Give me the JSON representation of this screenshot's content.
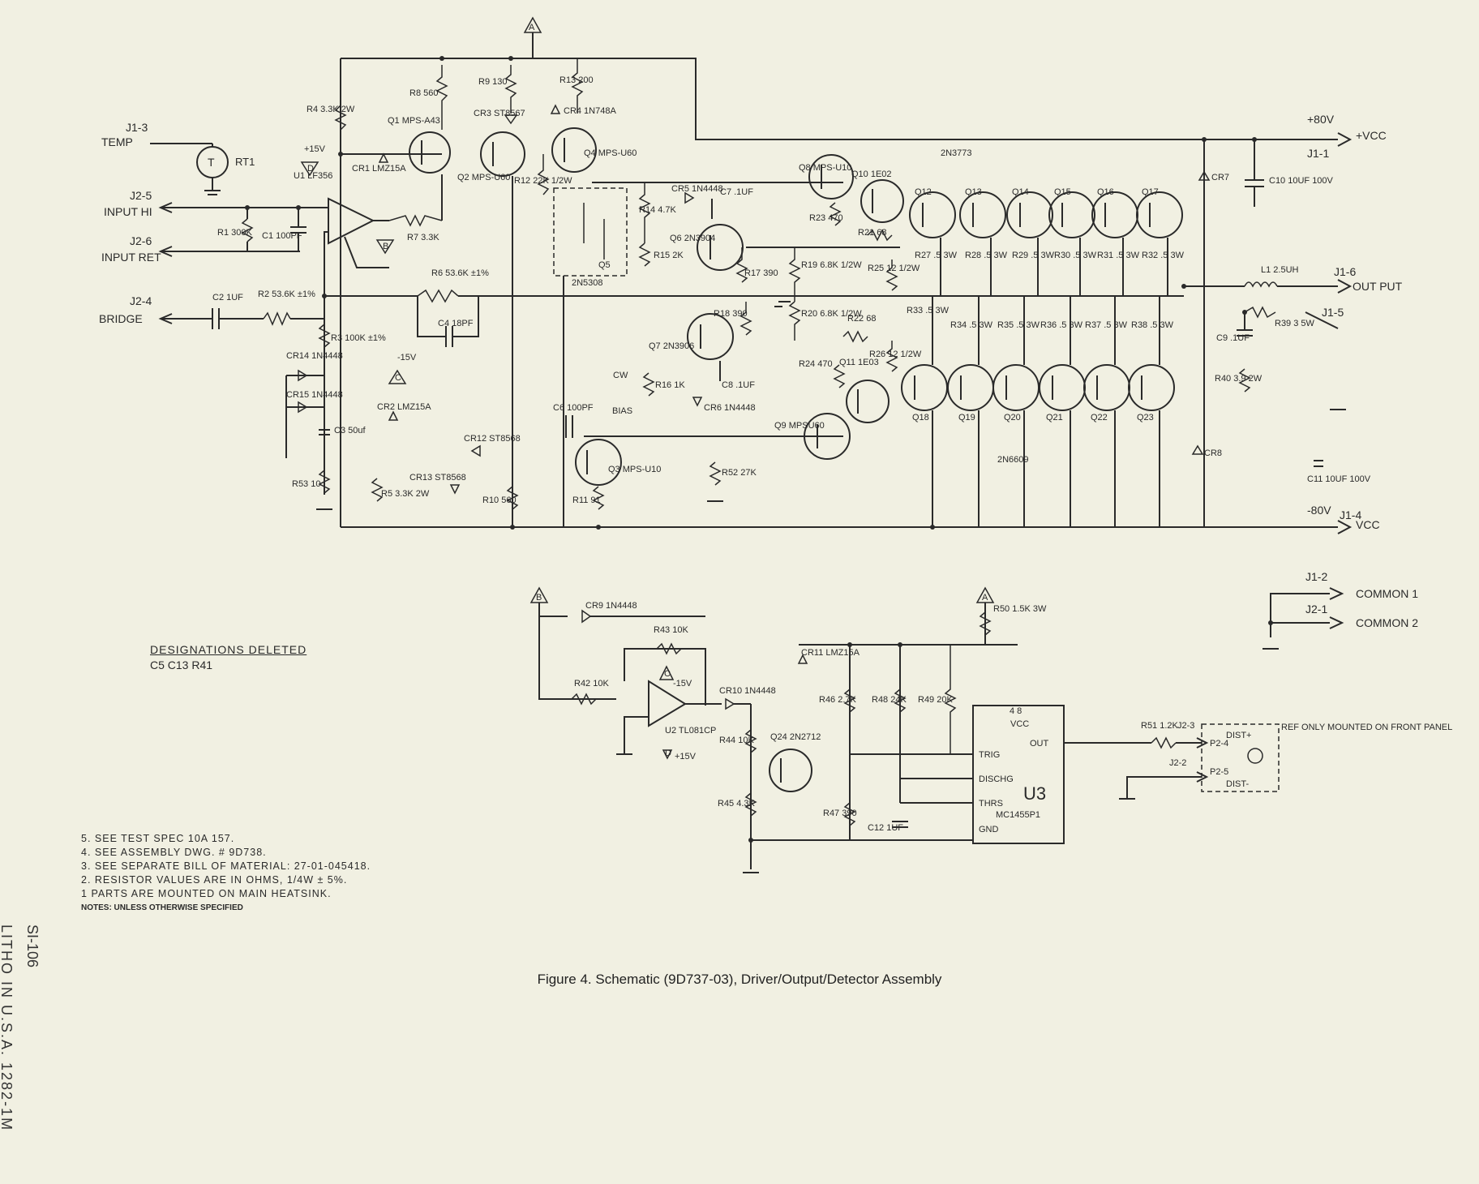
{
  "caption": "Figure 4. Schematic (9D737-03), Driver/Output/Detector Assembly",
  "side_text": "LITHO IN U.S.A. 1282-1M",
  "side_code": "SI-106",
  "designations": {
    "heading": "DESIGNATIONS DELETED",
    "list": "C5 C13 R41"
  },
  "notes": {
    "n5": "5. SEE TEST SPEC 10A 157.",
    "n4": "4. SEE ASSEMBLY DWG. # 9D738.",
    "n3": "3. SEE SEPARATE BILL OF MATERIAL: 27-01-045418.",
    "n2": "2. RESISTOR VALUES ARE IN OHMS, 1/4W ± 5%.",
    "n1": "PARTS ARE MOUNTED ON MAIN HEATSINK.",
    "n1_marker": "1",
    "header": "NOTES: UNLESS OTHERWISE SPECIFIED"
  },
  "connectors": {
    "temp_pin": "J1-3",
    "temp_label": "TEMP",
    "input_hi_pin": "J2-5",
    "input_hi_label": "INPUT HI",
    "input_ret_pin": "J2-6",
    "input_ret_label": "INPUT RET",
    "bridge_pin": "J2-4",
    "bridge_label": "BRIDGE",
    "vcc_pos_pin": "J1-1",
    "vcc_pos_label": "+VCC",
    "vcc_pos_volts": "+80V",
    "vcc_neg_pin": "J1-4",
    "vcc_neg_label": "VCC",
    "vcc_neg_volts": "-80V",
    "out_pin": "J1-6",
    "out_label": "OUT PUT",
    "out2_pin": "J1-5",
    "common1_pin": "J1-2",
    "common1_label": "COMMON 1",
    "common2_pin": "J2-1",
    "common2_label": "COMMON 2",
    "dist_pin1": "J2-3",
    "dist_pin2": "J2-2",
    "p24": "P2-4",
    "p25": "P2-5",
    "dist_plus": "DIST+",
    "dist_minus": "DIST-",
    "ref_note": "REF ONLY MOUNTED ON FRONT PANEL"
  },
  "nodes": {
    "a": "A",
    "b": "B",
    "c": "C",
    "d": "D"
  },
  "supplies": {
    "p15": "+15V",
    "n15": "-15V",
    "p15b": "+15V",
    "n15b": "-15V"
  },
  "components": {
    "rt1": "RT1",
    "rt1_t": "T",
    "u1": "U1 LF356",
    "u2": "U2 TL081CP",
    "u3": "U3",
    "u3_part": "MC1455P1",
    "u3_vcc": "VCC",
    "u3_out": "OUT",
    "u3_trig": "TRIG",
    "u3_dischg": "DISCHG",
    "u3_thrs": "THRS",
    "u3_gnd": "GND",
    "r1": "R1 300K",
    "c1": "C1 100PF",
    "c2": "C2 1UF",
    "r2": "R2 53.6K ±1%",
    "r3": "R3 100K ±1%",
    "r4": "R4 3.3K 2W",
    "r5": "R5 3.3K 2W",
    "r6": "R6 53.6K ±1%",
    "c4": "C4 18PF",
    "r7": "R7 3.3K",
    "r8": "R8 560",
    "r9": "R9 130",
    "r10": "R10 560",
    "r11": "R11 91",
    "r12": "R12 22K 1/2W",
    "r13": "R13 200",
    "r14": "R14 4.7K",
    "r15": "R15 2K",
    "r16": "R16 1K",
    "r17": "R17 390",
    "r18": "R18 390",
    "r19": "R19 6.8K 1/2W",
    "r20": "R20 6.8K 1/2W",
    "r21": "R21 68",
    "r22": "R22 68",
    "r23": "R23 470",
    "r24": "R24 470",
    "r25": "R25 12 1/2W",
    "r26": "R26 12 1/2W",
    "r52": "R52 27K",
    "r53": "R53 10",
    "c3": "C3 50uf",
    "c6": "C6 100PF",
    "c7": "C7 .1UF",
    "c8": "C8 .1UF",
    "c9": "C9 .1UF",
    "c10": "C10 10UF 100V",
    "c11": "C11 10UF 100V",
    "r39": "R39 3 5W",
    "r40": "R40 3.9 2W",
    "l1": "L1 2.5UH",
    "cr1": "CR1 LMZ15A",
    "cr2": "CR2 LMZ15A",
    "cr3": "CR3 ST8567",
    "cr4": "CR4 1N748A",
    "cr5": "CR5 1N4448",
    "cr6": "CR6 1N4448",
    "cr7": "CR7",
    "cr8": "CR8",
    "cr12": "CR12 ST8568",
    "cr13": "CR13 ST8568",
    "cr14": "CR14 1N4448",
    "cr15": "CR15 1N4448",
    "q1": "Q1 MPS-A43",
    "q2": "Q2 MPS-U60",
    "q3": "Q3 MPS-U10",
    "q4": "Q4 MPS-U60",
    "q5": "Q5",
    "q5_part": "2N5308",
    "q6": "Q6 2N3904",
    "q7": "Q7 2N3906",
    "q8": "Q8 MPS-U10",
    "q9": "Q9 MPSU60",
    "q10": "Q10 1E02",
    "q11": "Q11 1E03",
    "bias": "BIAS",
    "cw": "CW",
    "q_top_part": "2N3773",
    "q_bot_part": "2N6609",
    "q_top": [
      "Q12",
      "Q13",
      "Q14",
      "Q15",
      "Q16",
      "Q17"
    ],
    "q_bot": [
      "Q18",
      "Q19",
      "Q20",
      "Q21",
      "Q22",
      "Q23"
    ],
    "r_top": [
      "R27 .5 3W",
      "R28 .5 3W",
      "R29 .5 3W",
      "R30 .5 3W",
      "R31 .5 3W",
      "R32 .5 3W"
    ],
    "r_bot": [
      "R33 .5 3W",
      "R34 .5 3W",
      "R35 .5 3W",
      "R36 .5 3W",
      "R37 .5 3W",
      "R38 .5 3W"
    ],
    "cr9": "CR9 1N4448",
    "cr10": "CR10 1N4448",
    "cr11": "CR11 LMZ15A",
    "r42": "R42 10K",
    "r43": "R43 10K",
    "r44": "R44 10K",
    "r45": "R45 4.3K",
    "r46": "R46 2.7K",
    "r47": "R47 390",
    "r48": "R48 24K",
    "r49": "R49 20K",
    "r50": "R50 1.5K 3W",
    "r51": "R51 1.2K",
    "c12": "C12 1UF",
    "q24": "Q24 2N2712"
  }
}
